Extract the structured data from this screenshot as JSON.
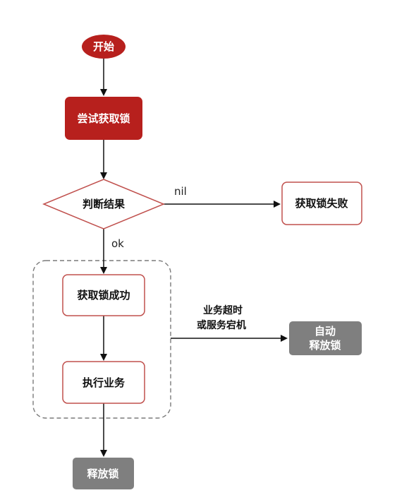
{
  "diagram": {
    "nodes": {
      "start": "开始",
      "try_lock": "尝试获取锁",
      "judge": "判断结果",
      "lock_fail": "获取锁失败",
      "lock_success": "获取锁成功",
      "execute": "执行业务",
      "auto_release_line1": "自动",
      "auto_release_line2": "释放锁",
      "release": "释放锁"
    },
    "edge_labels": {
      "nil": "nil",
      "ok": "ok",
      "timeout_line1": "业务超时",
      "timeout_line2": "或服务宕机"
    },
    "colors": {
      "primary_red": "#b7201d",
      "outline_red": "#c0504d",
      "gray_box": "#7f7f7f",
      "dashed_border": "#7a7a7a",
      "arrow": "#111111"
    }
  }
}
